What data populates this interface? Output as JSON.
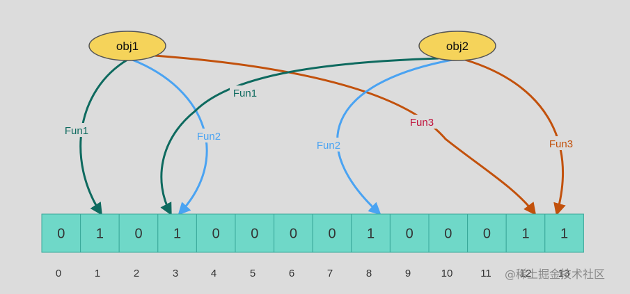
{
  "objects": [
    {
      "label": "obj1"
    },
    {
      "label": "obj2"
    }
  ],
  "function_labels": {
    "obj1_fun1": "Fun1",
    "obj1_fun2": "Fun2",
    "obj1_fun3": "Fun3",
    "obj2_fun1": "Fun1",
    "obj2_fun2": "Fun2",
    "obj2_fun3": "Fun3"
  },
  "bit_array": [
    {
      "index": "0",
      "bit": "0"
    },
    {
      "index": "1",
      "bit": "1"
    },
    {
      "index": "2",
      "bit": "0"
    },
    {
      "index": "3",
      "bit": "1"
    },
    {
      "index": "4",
      "bit": "0"
    },
    {
      "index": "5",
      "bit": "0"
    },
    {
      "index": "6",
      "bit": "0"
    },
    {
      "index": "7",
      "bit": "0"
    },
    {
      "index": "8",
      "bit": "1"
    },
    {
      "index": "9",
      "bit": "0"
    },
    {
      "index": "10",
      "bit": "0"
    },
    {
      "index": "11",
      "bit": "0"
    },
    {
      "index": "12",
      "bit": "1"
    },
    {
      "index": "13",
      "bit": "1"
    }
  ],
  "colors": {
    "fun1": "#0e6a5f",
    "fun2": "#4aa3f2",
    "fun3": "#c2510c",
    "fun3_obj1_label": "#c0143c",
    "cell_fill": "#6fd8c8",
    "cell_stroke": "#3aa89a",
    "ellipse_fill": "#f5d35a"
  },
  "watermark": "@稀土掘金技术社区"
}
